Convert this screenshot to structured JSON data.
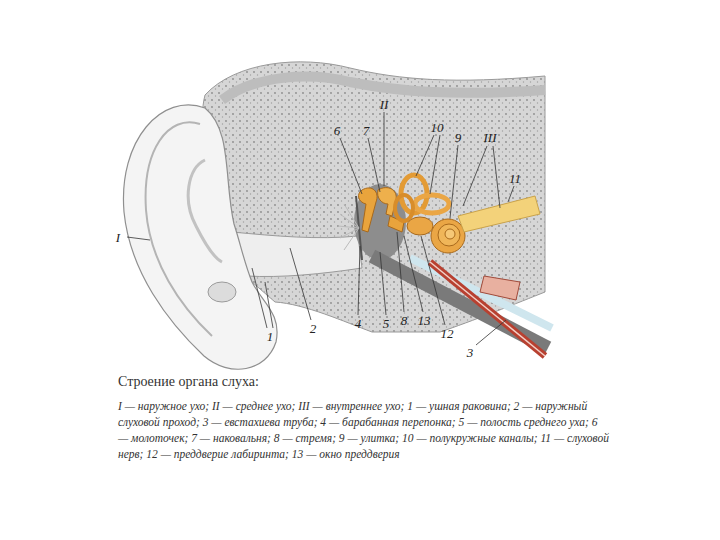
{
  "diagram": {
    "title": "Строение органа слуха:",
    "caption": "I — наружное ухо; II — среднее ухо; III — внутреннее ухо; 1 — ушная раковина; 2 — наружный слуховой проход; 3 — евстахиева труба; 4 — барабанная перепонка; 5 — полость среднего уха; 6 — молоточек; 7 — наковальня; 8 — стремя; 9 — улитка; 10 — полукружные каналы; 11 — слуховой нерв; 12 — преддверие лабиринта; 13 — окно преддверия",
    "labels": [
      "I",
      "II",
      "III",
      "1",
      "2",
      "3",
      "4",
      "5",
      "6",
      "7",
      "10",
      "9",
      "11",
      "8",
      "13",
      "12"
    ]
  }
}
